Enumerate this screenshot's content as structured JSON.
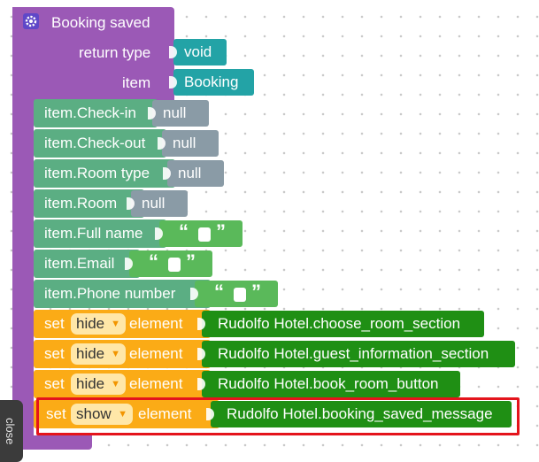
{
  "event_block": {
    "title": "Booking saved",
    "return_type_label": "return type",
    "return_type_value": "void",
    "item_label": "item",
    "item_value": "Booking"
  },
  "assignments": [
    {
      "label": "item.Check-in",
      "value": "null"
    },
    {
      "label": "item.Check-out",
      "value": "null"
    },
    {
      "label": "item.Room type",
      "value": "null"
    },
    {
      "label": "item.Room",
      "value": "null"
    },
    {
      "label": "item.Full name",
      "value_type": "string"
    },
    {
      "label": "item.Email",
      "value_type": "string"
    },
    {
      "label": "item.Phone number",
      "value_type": "string"
    }
  ],
  "string_quotes": {
    "open": "“",
    "close": "”"
  },
  "set_blocks": [
    {
      "set": "set",
      "action": "hide",
      "element_label": "element",
      "target": "Rudolfo Hotel.choose_room_section"
    },
    {
      "set": "set",
      "action": "hide",
      "element_label": "element",
      "target": "Rudolfo Hotel.guest_information_section"
    },
    {
      "set": "set",
      "action": "hide",
      "element_label": "element",
      "target": "Rudolfo Hotel.book_room_button"
    },
    {
      "set": "set",
      "action": "show",
      "element_label": "element",
      "target": "Rudolfo Hotel.booking_saved_message"
    }
  ],
  "dropdown_arrow": "▼",
  "close_tab": "close",
  "colors": {
    "event_block": "#9b59b6",
    "type_block": "#23a3a6",
    "assign_block": "#5bae83",
    "null_block": "#8a9ba6",
    "string_block": "#5ab95a",
    "set_block": "#fbab16",
    "element_block": "#1f8f14",
    "highlight": "#e4141c"
  }
}
